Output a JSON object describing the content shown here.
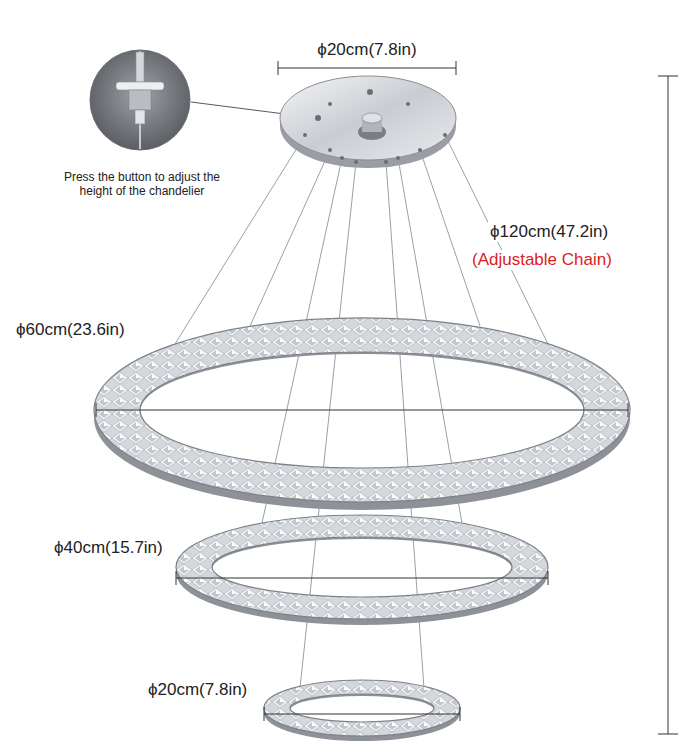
{
  "diagram": {
    "labels": [
      "ϕ20cm(7.8in)",
      "Press the button to adjust the height of the chandelier",
      "ϕ120cm(47.2in)",
      "(Adjustable Chain)",
      "ϕ60cm(23.6in)",
      "ϕ40cm(15.7in)",
      "ϕ20cm(7.8in)"
    ]
  }
}
